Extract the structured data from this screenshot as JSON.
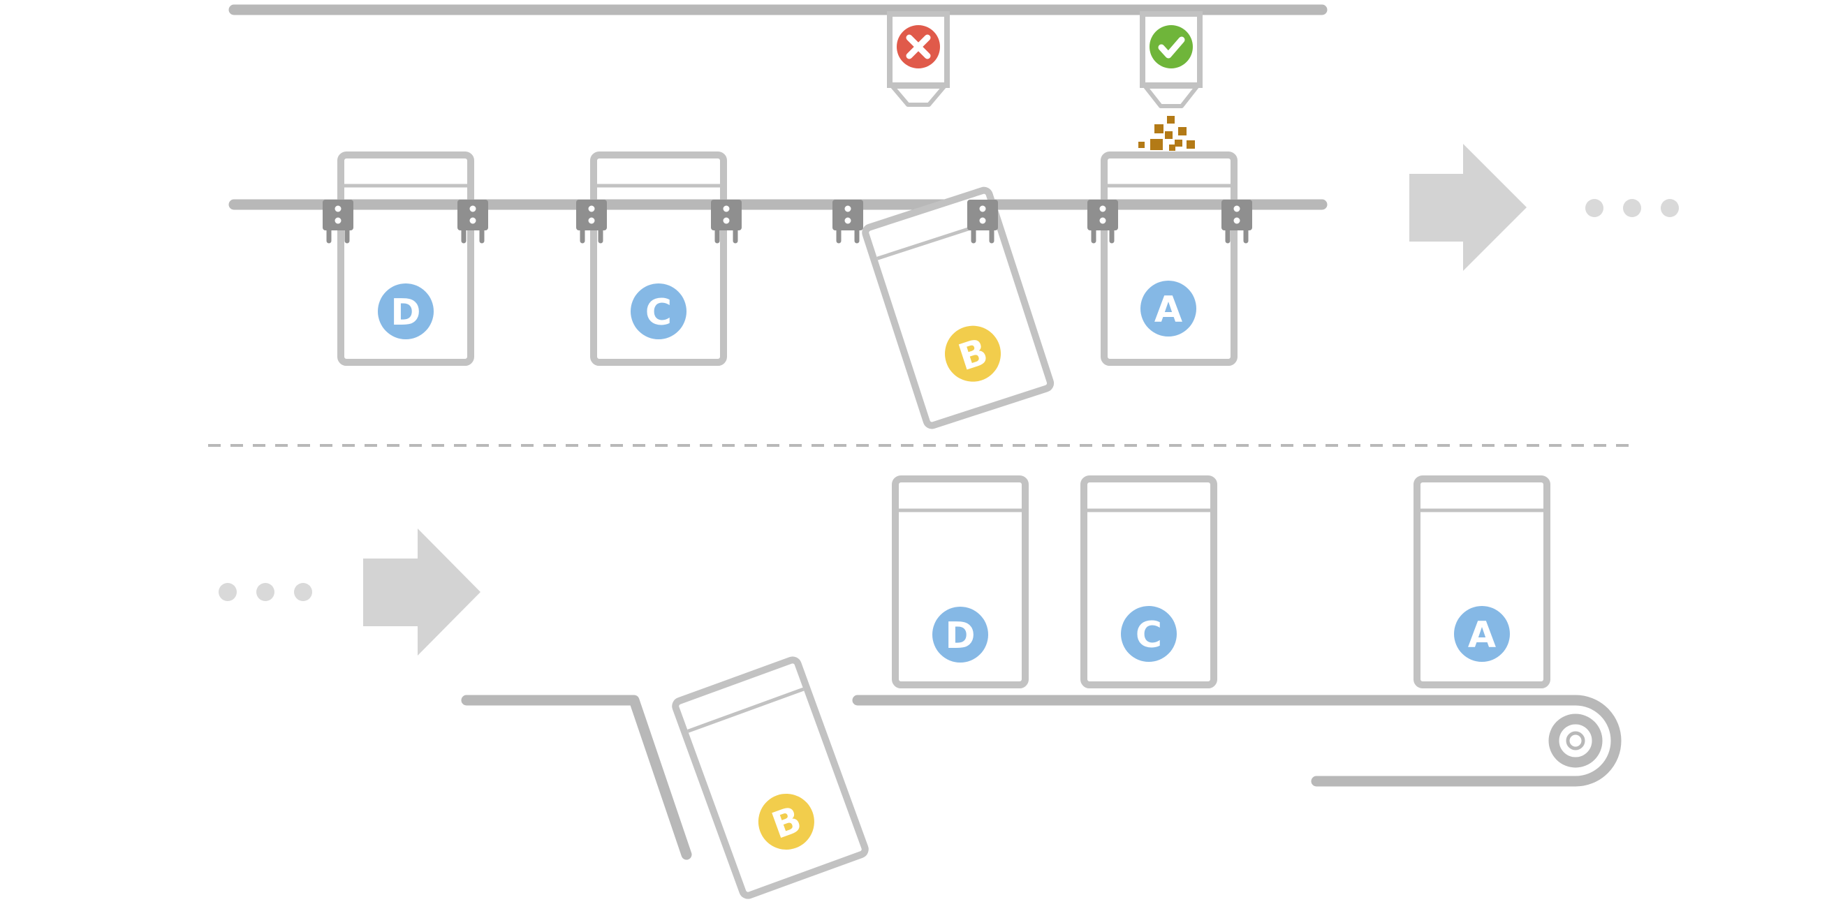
{
  "colors": {
    "rail": "#b8b8b8",
    "container": "#c2c2c2",
    "clamp": "#8f8f8f",
    "arrow": "#d3d3d3",
    "dots": "#d9d9d9",
    "label_ok": "#85b8e5",
    "label_bad": "#f2cd4c",
    "reject": "#e05a4a",
    "accept": "#6fb53a",
    "powder": "#b37a16"
  },
  "icons": {
    "reject": "cross-icon",
    "accept": "check-icon"
  },
  "containers": {
    "top_d": {
      "label": "D"
    },
    "top_c": {
      "label": "C"
    },
    "top_b": {
      "label": "B"
    },
    "top_a": {
      "label": "A"
    },
    "bottom_d": {
      "label": "D"
    },
    "bottom_c": {
      "label": "C"
    },
    "bottom_a": {
      "label": "A"
    },
    "bottom_b": {
      "label": "B"
    }
  }
}
